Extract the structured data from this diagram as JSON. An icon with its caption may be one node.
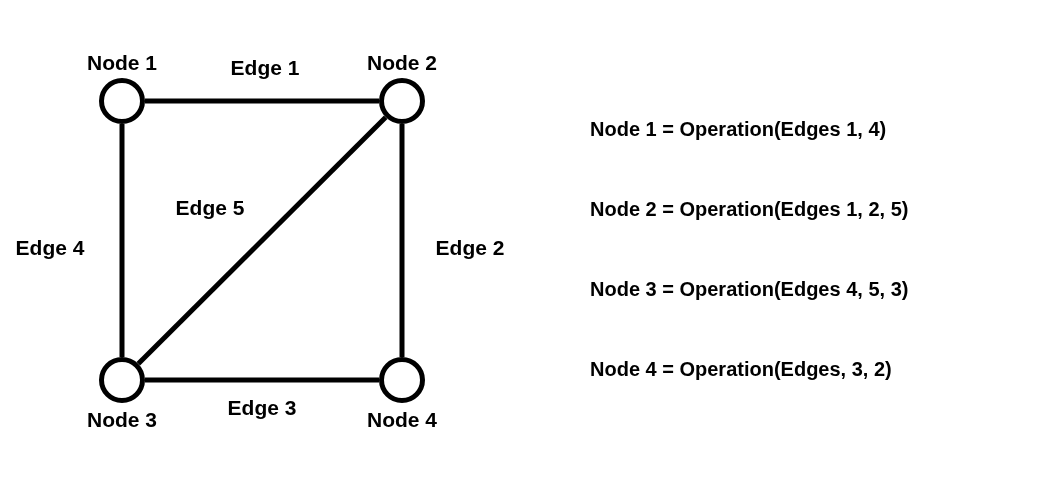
{
  "diagram": {
    "nodes": [
      {
        "text": [
          "Node 1"
        ]
      },
      {
        "text": [
          "Node 2"
        ]
      },
      {
        "text": [
          "Node 3"
        ]
      },
      {
        "text": [
          "Node 4"
        ]
      }
    ],
    "edges": [
      {
        "from": 0,
        "to": 1,
        "arrow": "none",
        "label": "Edge 1"
      },
      {
        "from": 1,
        "to": 3,
        "arrow": "none",
        "label": "Edge 2"
      },
      {
        "from": 2,
        "to": 3,
        "arrow": "none",
        "label": "Edge 3"
      },
      {
        "from": 0,
        "to": 2,
        "arrow": "none",
        "label": "Edge 4"
      },
      {
        "from": 2,
        "to": 1,
        "arrow": "none",
        "label": "Edge 5"
      }
    ],
    "labels": [
      "Node 1 = Operation(Edges 1, 4)",
      "Node 2 = Operation(Edges 1, 2, 5)",
      "Node 3 = Operation(Edges 4, 5, 3)",
      "Node 4 = Operation(Edges, 3, 2)"
    ]
  }
}
